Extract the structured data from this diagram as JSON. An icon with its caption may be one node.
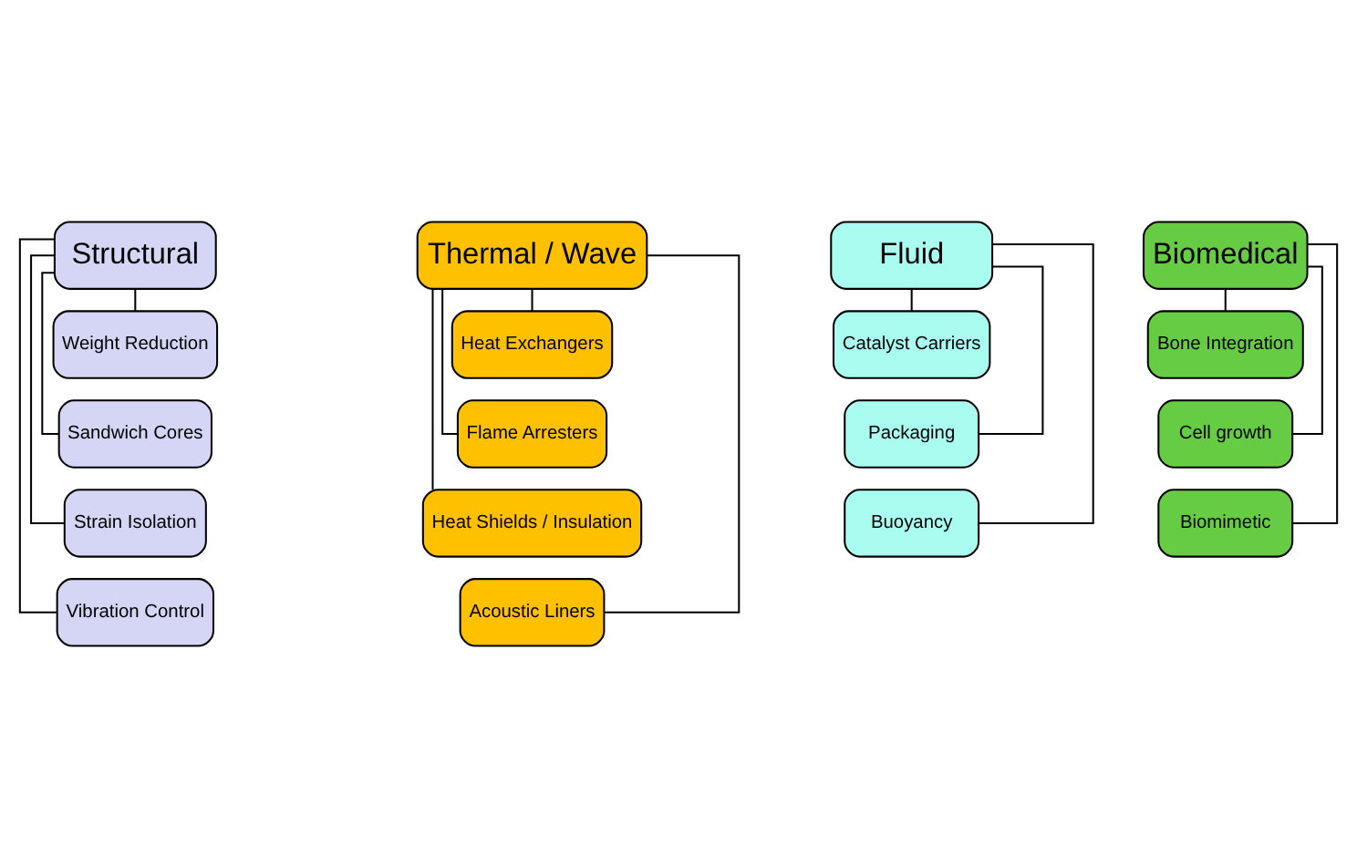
{
  "diagram": {
    "nodes": [
      {
        "text": [
          "Structural"
        ]
      },
      {
        "text": [
          "Weight Reduction"
        ]
      },
      {
        "text": [
          "Sandwich Cores"
        ]
      },
      {
        "text": [
          "Strain Isolation"
        ]
      },
      {
        "text": [
          "Vibration Control"
        ]
      },
      {
        "text": [
          "Thermal / Wave"
        ]
      },
      {
        "text": [
          "Heat Exchangers"
        ]
      },
      {
        "text": [
          "Flame Arresters"
        ]
      },
      {
        "text": [
          "Heat Shields / Insulation"
        ]
      },
      {
        "text": [
          "Acoustic Liners"
        ]
      },
      {
        "text": [
          "Fluid"
        ]
      },
      {
        "text": [
          "Catalyst Carriers"
        ]
      },
      {
        "text": [
          "Packaging"
        ]
      },
      {
        "text": [
          "Buoyancy"
        ]
      },
      {
        "text": [
          "Biomedical"
        ]
      },
      {
        "text": [
          "Bone Integration"
        ]
      },
      {
        "text": [
          "Cell growth"
        ]
      },
      {
        "text": [
          "Biomimetic"
        ]
      }
    ],
    "edges": [
      {
        "from": 0,
        "to": 1,
        "arrow": "none"
      },
      {
        "from": 0,
        "to": 2,
        "arrow": "none"
      },
      {
        "from": 0,
        "to": 3,
        "arrow": "none"
      },
      {
        "from": 0,
        "to": 4,
        "arrow": "none"
      },
      {
        "from": 5,
        "to": 6,
        "arrow": "none"
      },
      {
        "from": 5,
        "to": 7,
        "arrow": "none"
      },
      {
        "from": 5,
        "to": 8,
        "arrow": "none"
      },
      {
        "from": 5,
        "to": 9,
        "arrow": "none"
      },
      {
        "from": 10,
        "to": 11,
        "arrow": "none"
      },
      {
        "from": 10,
        "to": 12,
        "arrow": "none"
      },
      {
        "from": 10,
        "to": 13,
        "arrow": "none"
      },
      {
        "from": 14,
        "to": 15,
        "arrow": "none"
      },
      {
        "from": 14,
        "to": 16,
        "arrow": "none"
      },
      {
        "from": 14,
        "to": 17,
        "arrow": "none"
      }
    ]
  }
}
